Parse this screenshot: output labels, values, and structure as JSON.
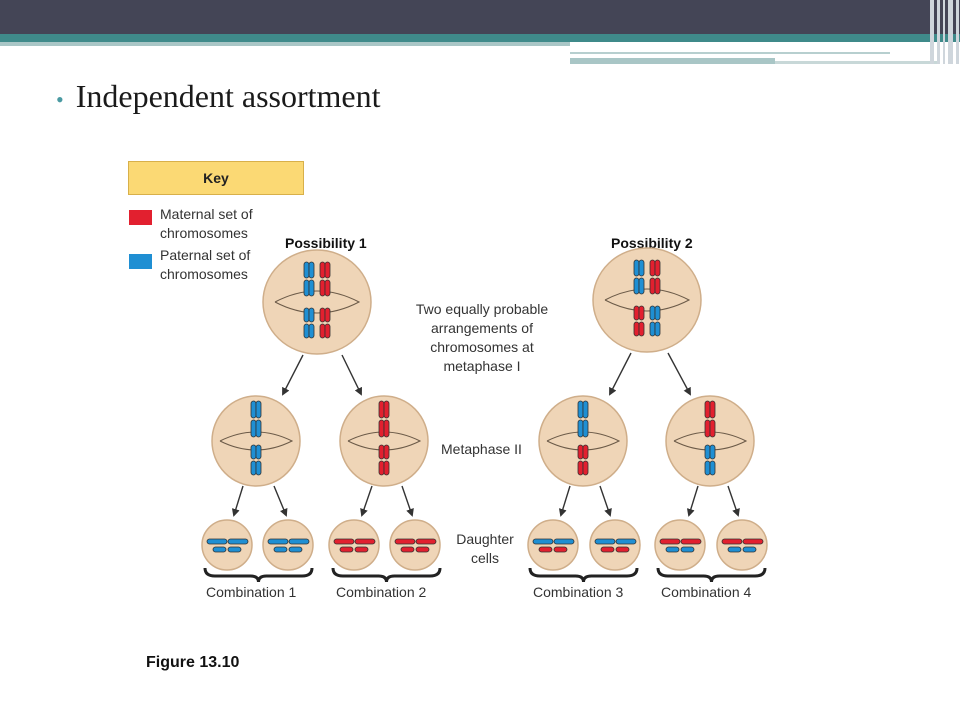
{
  "slide": {
    "title": "Independent assortment",
    "figure_label": "Figure 13.10"
  },
  "key": {
    "title": "Key",
    "maternal_label": "Maternal set of chromosomes",
    "paternal_label": "Paternal set of chromosomes",
    "maternal_color": "#e2202f",
    "paternal_color": "#1f8fd3"
  },
  "possibilities": [
    {
      "label": "Possibility 1"
    },
    {
      "label": "Possibility 2"
    }
  ],
  "annotations": {
    "metaphase1": "Two equally probable arrangements of chromosomes at metaphase I",
    "metaphase2": "Metaphase II",
    "daughter": "Daughter cells"
  },
  "combinations": [
    "Combination 1",
    "Combination 2",
    "Combination 3",
    "Combination 4"
  ],
  "colors": {
    "cell_fill": "#efd5b7",
    "cell_edge": "#cfae8a",
    "header_dark": "#444556",
    "header_teal": "#3f8a8a"
  }
}
